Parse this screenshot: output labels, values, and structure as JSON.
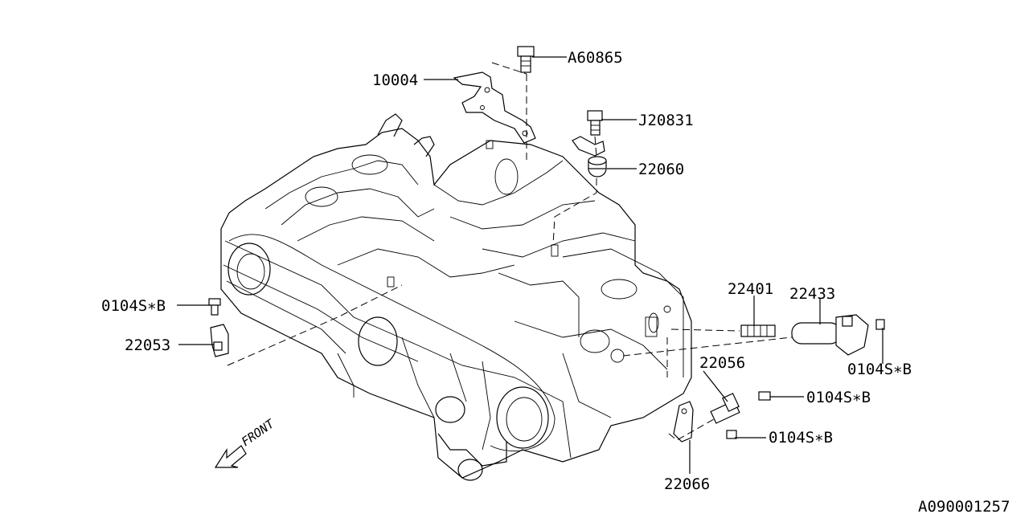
{
  "diagram": {
    "callouts": [
      {
        "id": "a60865",
        "text": "A60865"
      },
      {
        "id": "10004",
        "text": "10004"
      },
      {
        "id": "j20831",
        "text": "J20831"
      },
      {
        "id": "22060",
        "text": "22060"
      },
      {
        "id": "0104sb-left",
        "text": "0104S∗B"
      },
      {
        "id": "22053",
        "text": "22053"
      },
      {
        "id": "22401",
        "text": "22401"
      },
      {
        "id": "22433",
        "text": "22433"
      },
      {
        "id": "0104sb-right",
        "text": "0104S∗B"
      },
      {
        "id": "22056",
        "text": "22056"
      },
      {
        "id": "0104sb-mid1",
        "text": "0104S∗B"
      },
      {
        "id": "0104sb-mid2",
        "text": "0104S∗B"
      },
      {
        "id": "22066",
        "text": "22066"
      }
    ],
    "front_label": "FRONT",
    "figure_code": "A090001257"
  }
}
